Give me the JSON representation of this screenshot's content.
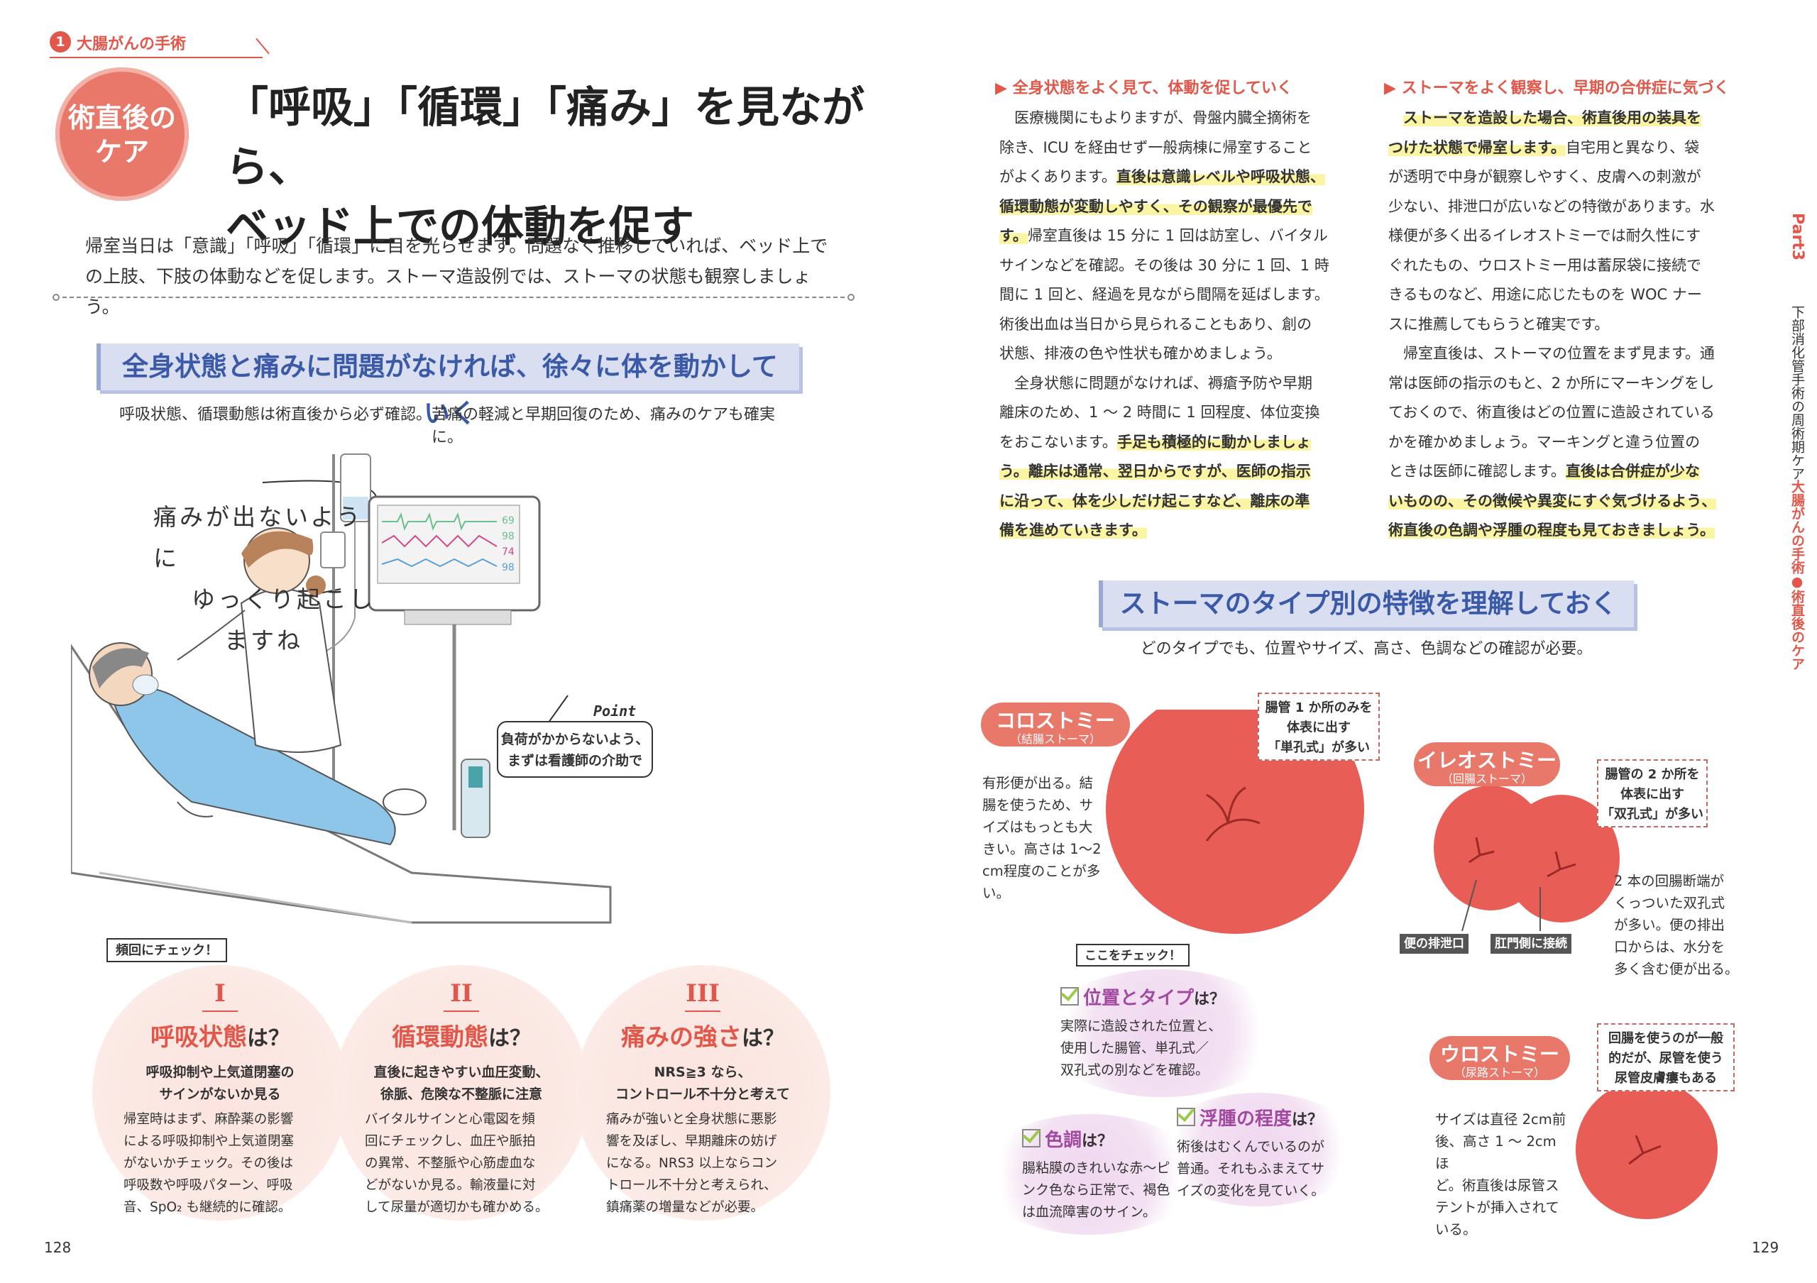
{
  "left_page": {
    "chapter_number": "1",
    "chapter_label": "大腸がんの手術",
    "badge_lines": [
      "術直後の",
      "ケア"
    ],
    "title_lines": [
      "「呼吸」「循環」「痛み」を見ながら、",
      "ベッド上での体動を促す"
    ],
    "intro_lines": [
      "帰室当日は「意識」「呼吸」「循環」に目を光らせます。問題なく推移していれば、ベッド上で",
      "の上肢、下肢の体動などを促します。ストーマ造設例では、ストーマの状態も観察しましょう。"
    ],
    "section_heading": "全身状態と痛みに問題がなければ、徐々に体を動かしていく",
    "section_sub": "呼吸状態、循環動態は術直後から必ず確認。苦痛の軽減と早期回復のため、痛みのケアも確実に。",
    "speech_lines": [
      "痛みが出ないように",
      "ゆっくり起こし",
      "ますね"
    ],
    "point_label": "Point",
    "point_lines": [
      "負荷がかからないよう、",
      "まずは看護師の介助で"
    ],
    "monitor_values": [
      "69",
      "98",
      "74",
      "98"
    ],
    "frequent_check": "頻回にチェック！",
    "checks": [
      {
        "roman": "I",
        "title": "呼吸状態",
        "suffix": "は？",
        "lead_lines": [
          "呼吸抑制や上気道閉塞の",
          "サインがないか見る"
        ],
        "body_lines": [
          "帰室時はまず、麻酔薬の影響",
          "による呼吸抑制や上気道閉塞",
          "がないかチェック。その後は",
          "呼吸数や呼吸パターン、呼吸",
          "音、SpO₂ も継続的に確認。"
        ]
      },
      {
        "roman": "II",
        "title": "循環動態",
        "suffix": "は？",
        "lead_lines": [
          "直後に起きやすい血圧変動、",
          "徐脈、危険な不整脈に注意"
        ],
        "body_lines": [
          "バイタルサインと心電図を頻",
          "回にチェックし、血圧や脈拍",
          "の異常、不整脈や心筋虚血な",
          "どがないか見る。輸液量に対",
          "して尿量が適切かも確かめる。"
        ]
      },
      {
        "roman": "III",
        "title": "痛みの強さ",
        "suffix": "は？",
        "lead_lines": [
          "NRS≧3 なら、",
          "コントロール不十分と考えて"
        ],
        "body_lines": [
          "痛みが強いと全身状態に悪影",
          "響を及ぼし、早期離床の妨げ",
          "になる。NRS3 以上ならコン",
          "トロール不十分と考えられ、",
          "鎮痛薬の増量などが必要。"
        ]
      }
    ],
    "page_number": "128"
  },
  "right_page": {
    "col1": {
      "heading": "▶ 全身状態をよく見て、体動を促していく",
      "lines": [
        [
          {
            "t": "　医療機関にもよりますが、骨盤内臓全摘術を"
          }
        ],
        [
          {
            "t": "除き、ICU を経由せず一般病棟に帰室すること"
          }
        ],
        [
          {
            "t": "がよくあります。"
          },
          {
            "t": "直後は意識レベルや呼吸状態、",
            "h": true
          }
        ],
        [
          {
            "t": "循環動態が変動しやすく、その観察が最優先で",
            "h": true
          }
        ],
        [
          {
            "t": "す。",
            "h": true
          },
          {
            "t": "帰室直後は 15 分に 1 回は訪室し、バイタル"
          }
        ],
        [
          {
            "t": "サインなどを確認。その後は 30 分に 1 回、1 時"
          }
        ],
        [
          {
            "t": "間に 1 回と、経過を見ながら間隔を延ばします。"
          }
        ],
        [
          {
            "t": "術後出血は当日から見られることもあり、創の"
          }
        ],
        [
          {
            "t": "状態、排液の色や性状も確かめましょう。"
          }
        ],
        [
          {
            "t": "　全身状態に問題がなければ、褥瘡予防や早期"
          }
        ],
        [
          {
            "t": "離床のため、1 ～ 2 時間に 1 回程度、体位変換"
          }
        ],
        [
          {
            "t": "をおこないます。"
          },
          {
            "t": "手足も積極的に動かしましょ",
            "h": true
          }
        ],
        [
          {
            "t": "う。離床は通常、翌日からですが、医師の指示",
            "h": true
          }
        ],
        [
          {
            "t": "に沿って、体を少しだけ起こすなど、離床の準",
            "h": true
          }
        ],
        [
          {
            "t": "備を進めていきます。",
            "h": true
          }
        ]
      ]
    },
    "col2": {
      "heading": "▶ ストーマをよく観察し、早期の合併症に気づく",
      "lines": [
        [
          {
            "t": "　"
          },
          {
            "t": "ストーマを造設した場合、術直後用の装具を",
            "h": true
          }
        ],
        [
          {
            "t": "つけた状態で帰室します。",
            "h": true
          },
          {
            "t": "自宅用と異なり、袋"
          }
        ],
        [
          {
            "t": "が透明で中身が観察しやすく、皮膚への刺激が"
          }
        ],
        [
          {
            "t": "少ない、排泄口が広いなどの特徴があります。水"
          }
        ],
        [
          {
            "t": "様便が多く出るイレオストミーでは耐久性にす"
          }
        ],
        [
          {
            "t": "ぐれたもの、ウロストミー用は蓄尿袋に接続で"
          }
        ],
        [
          {
            "t": "きるものなど、用途に応じたものを WOC ナー"
          }
        ],
        [
          {
            "t": "スに推薦してもらうと確実です。"
          }
        ],
        [
          {
            "t": "　帰室直後は、ストーマの位置をまず見ます。通"
          }
        ],
        [
          {
            "t": "常は医師の指示のもと、2 か所にマーキングをし"
          }
        ],
        [
          {
            "t": "ておくので、術直後はどの位置に造設されている"
          }
        ],
        [
          {
            "t": "かを確かめましょう。マーキングと違う位置の"
          }
        ],
        [
          {
            "t": "ときは医師に確認します。"
          },
          {
            "t": "直後は合併症が少な",
            "h": true
          }
        ],
        [
          {
            "t": "いものの、その徴候や異変にすぐ気づけるよう、",
            "h": true
          }
        ],
        [
          {
            "t": "術直後の色調や浮腫の程度も見ておきましょう。",
            "h": true
          }
        ]
      ]
    },
    "side_part": "Part3",
    "side_title": "下部消化管手術の周術期ケア",
    "side_sub": "大腸がんの手術●術直後のケア",
    "section_heading": "ストーマのタイプ別の特徴を理解しておく",
    "section_sub": "どのタイプでも、位置やサイズ、高さ、色調などの確認が必要。",
    "stomas": {
      "colostomy": {
        "name": "コロストミー",
        "sub": "（結腸ストーマ）",
        "note_lines": [
          "腸管 1 か所のみを",
          "体表に出す",
          "「単孔式」が多い"
        ],
        "desc_lines": [
          "有形便が出る。結",
          "腸を使うため、サ",
          "イズはもっとも大",
          "きい。高さは 1～2",
          "cm程度のことが多",
          "い。"
        ]
      },
      "ileostomy": {
        "name": "イレオストミー",
        "sub": "（回腸ストーマ）",
        "note_lines": [
          "腸管の 2 か所を",
          "体表に出す",
          "「双孔式」が多い"
        ],
        "desc_lines": [
          "2 本の回腸断端が",
          "くっついた双孔式",
          "が多い。便の排出",
          "口からは、水分を",
          "多く含む便が出る。"
        ],
        "tag_stool": "便の排泄口",
        "tag_anal": "肛門側に接続"
      },
      "urostomy": {
        "name": "ウロストミー",
        "sub": "（尿路ストーマ）",
        "note_lines": [
          "回腸を使うのが一般",
          "的だが、尿管を使う",
          "尿管皮膚瘻もある"
        ],
        "desc_lines": [
          "サイズは直径 2cm前",
          "後、高さ 1 ～ 2cmほ",
          "ど。術直後は尿管ス",
          "テントが挿入されて",
          "いる。"
        ]
      }
    },
    "check_tag": "ここをチェック！",
    "check_items": [
      {
        "title": "位置とタイプ",
        "suffix": "は？",
        "lines": [
          "実際に造設された位置と、",
          "使用した腸管、単孔式／",
          "双孔式の別などを確認。"
        ]
      },
      {
        "title": "色調",
        "suffix": "は？",
        "lines": [
          "腸粘膜のきれいな赤～ピ",
          "ンク色なら正常で、褐色",
          "は血流障害のサイン。"
        ]
      },
      {
        "title": "浮腫の程度",
        "suffix": "は？",
        "lines": [
          "術後はむくんでいるのが",
          "普通。それもふまえてサ",
          "イズの変化を見ていく。"
        ]
      }
    ],
    "page_number": "129"
  }
}
